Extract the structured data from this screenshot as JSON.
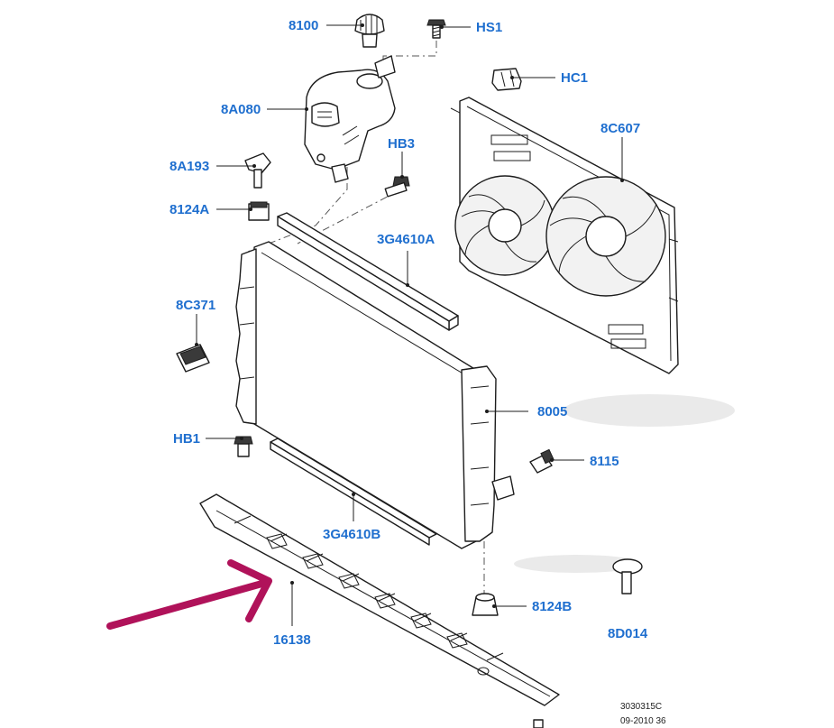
{
  "diagram": {
    "labels": {
      "8100": "8100",
      "HS1": "HS1",
      "HC1": "HC1",
      "8A080": "8A080",
      "8C607": "8C607",
      "HB3": "HB3",
      "8A193": "8A193",
      "8124A": "8124A",
      "3G4610A": "3G4610A",
      "8C371": "8C371",
      "8005": "8005",
      "HB1": "HB1",
      "8115": "8115",
      "3G4610B": "3G4610B",
      "16138": "16138",
      "8124B": "8124B",
      "8D014": "8D014"
    },
    "reference": {
      "line1": "3030315C",
      "line2": "09-2010 36"
    },
    "colors": {
      "label_blue": "#1f6fcf",
      "arrow_magenta": "#b0125a",
      "line_black": "#1c1c1c"
    },
    "icons": [
      "highlight-arrow-icon"
    ]
  }
}
